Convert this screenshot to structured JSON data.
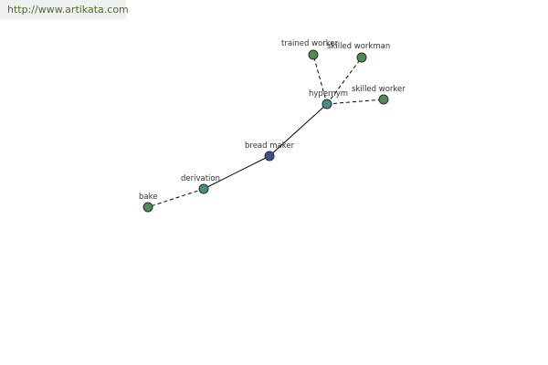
{
  "watermark": {
    "text": "http://www.artikata.com"
  },
  "graph": {
    "colors": {
      "center": "#404c8c",
      "relation": "#4a8c8c",
      "leaf": "#4f8c4f"
    },
    "nodes": [
      {
        "id": "bread-maker",
        "label": "bread maker",
        "kind": "center"
      },
      {
        "id": "derivation",
        "label": "derivation",
        "kind": "relation"
      },
      {
        "id": "hypernym",
        "label": "hypernym",
        "kind": "relation"
      },
      {
        "id": "bake",
        "label": "bake",
        "kind": "leaf"
      },
      {
        "id": "trained-worker",
        "label": "trained worker",
        "kind": "leaf"
      },
      {
        "id": "skilled-workman",
        "label": "skilled workman",
        "kind": "leaf"
      },
      {
        "id": "skilled-worker",
        "label": "skilled worker",
        "kind": "leaf"
      }
    ],
    "edges": [
      {
        "from": "bread-maker",
        "to": "derivation",
        "style": "solid"
      },
      {
        "from": "bread-maker",
        "to": "hypernym",
        "style": "solid"
      },
      {
        "from": "derivation",
        "to": "bake",
        "style": "dashed"
      },
      {
        "from": "hypernym",
        "to": "trained-worker",
        "style": "dashed"
      },
      {
        "from": "hypernym",
        "to": "skilled-workman",
        "style": "dashed"
      },
      {
        "from": "hypernym",
        "to": "skilled-worker",
        "style": "dashed"
      }
    ]
  }
}
